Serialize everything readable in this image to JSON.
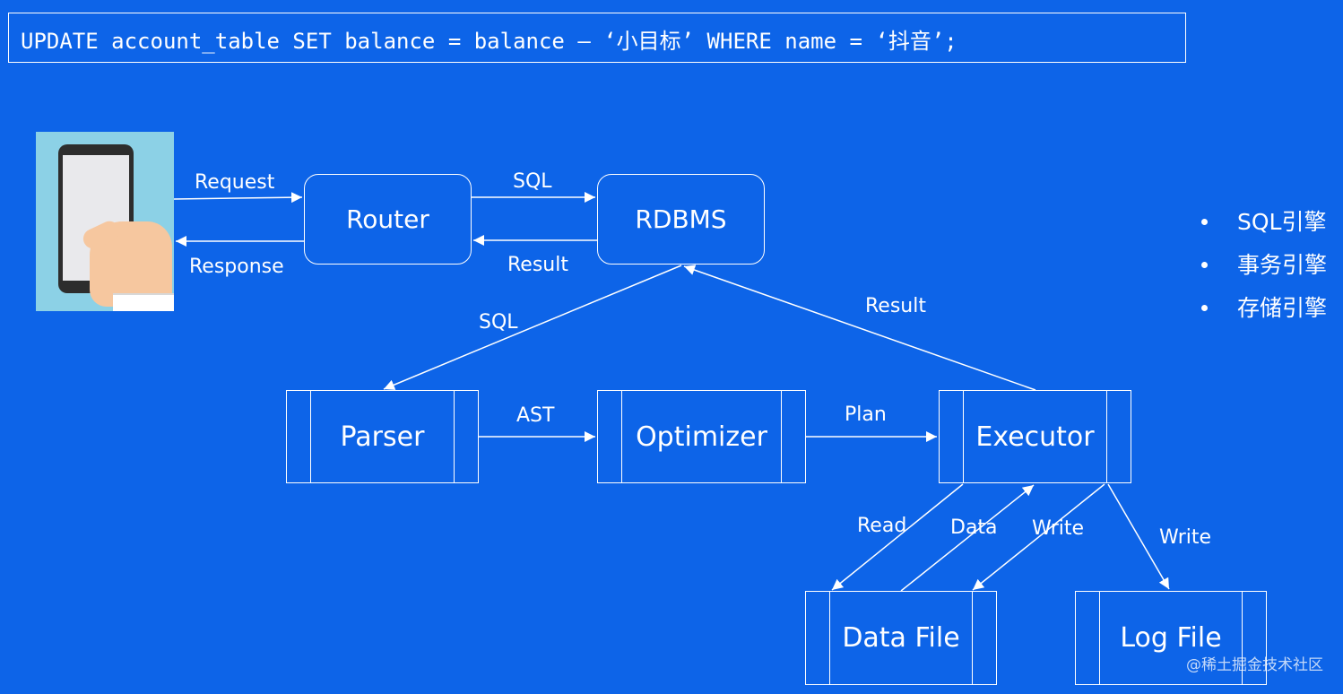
{
  "sql_statement": "UPDATE account_table SET balance = balance – ‘小目标’ WHERE name = ‘抖音’;",
  "nodes": {
    "router": "Router",
    "rdbms": "RDBMS",
    "parser": "Parser",
    "optimizer": "Optimizer",
    "executor": "Executor",
    "data_file": "Data File",
    "log_file": "Log File"
  },
  "edge_labels": {
    "request": "Request",
    "response": "Response",
    "sql_to_rdbms": "SQL",
    "result_to_router": "Result",
    "sql_to_parser": "SQL",
    "result_to_rdbms": "Result",
    "ast": "AST",
    "plan": "Plan",
    "read": "Read",
    "data": "Data",
    "write_data": "Write",
    "write_log": "Write"
  },
  "engines": [
    "SQL引擎",
    "事务引擎",
    "存储引擎"
  ],
  "watermark": "@稀土掘金技术社区",
  "colors": {
    "background": "#0d64e8",
    "foreground": "#ffffff"
  }
}
